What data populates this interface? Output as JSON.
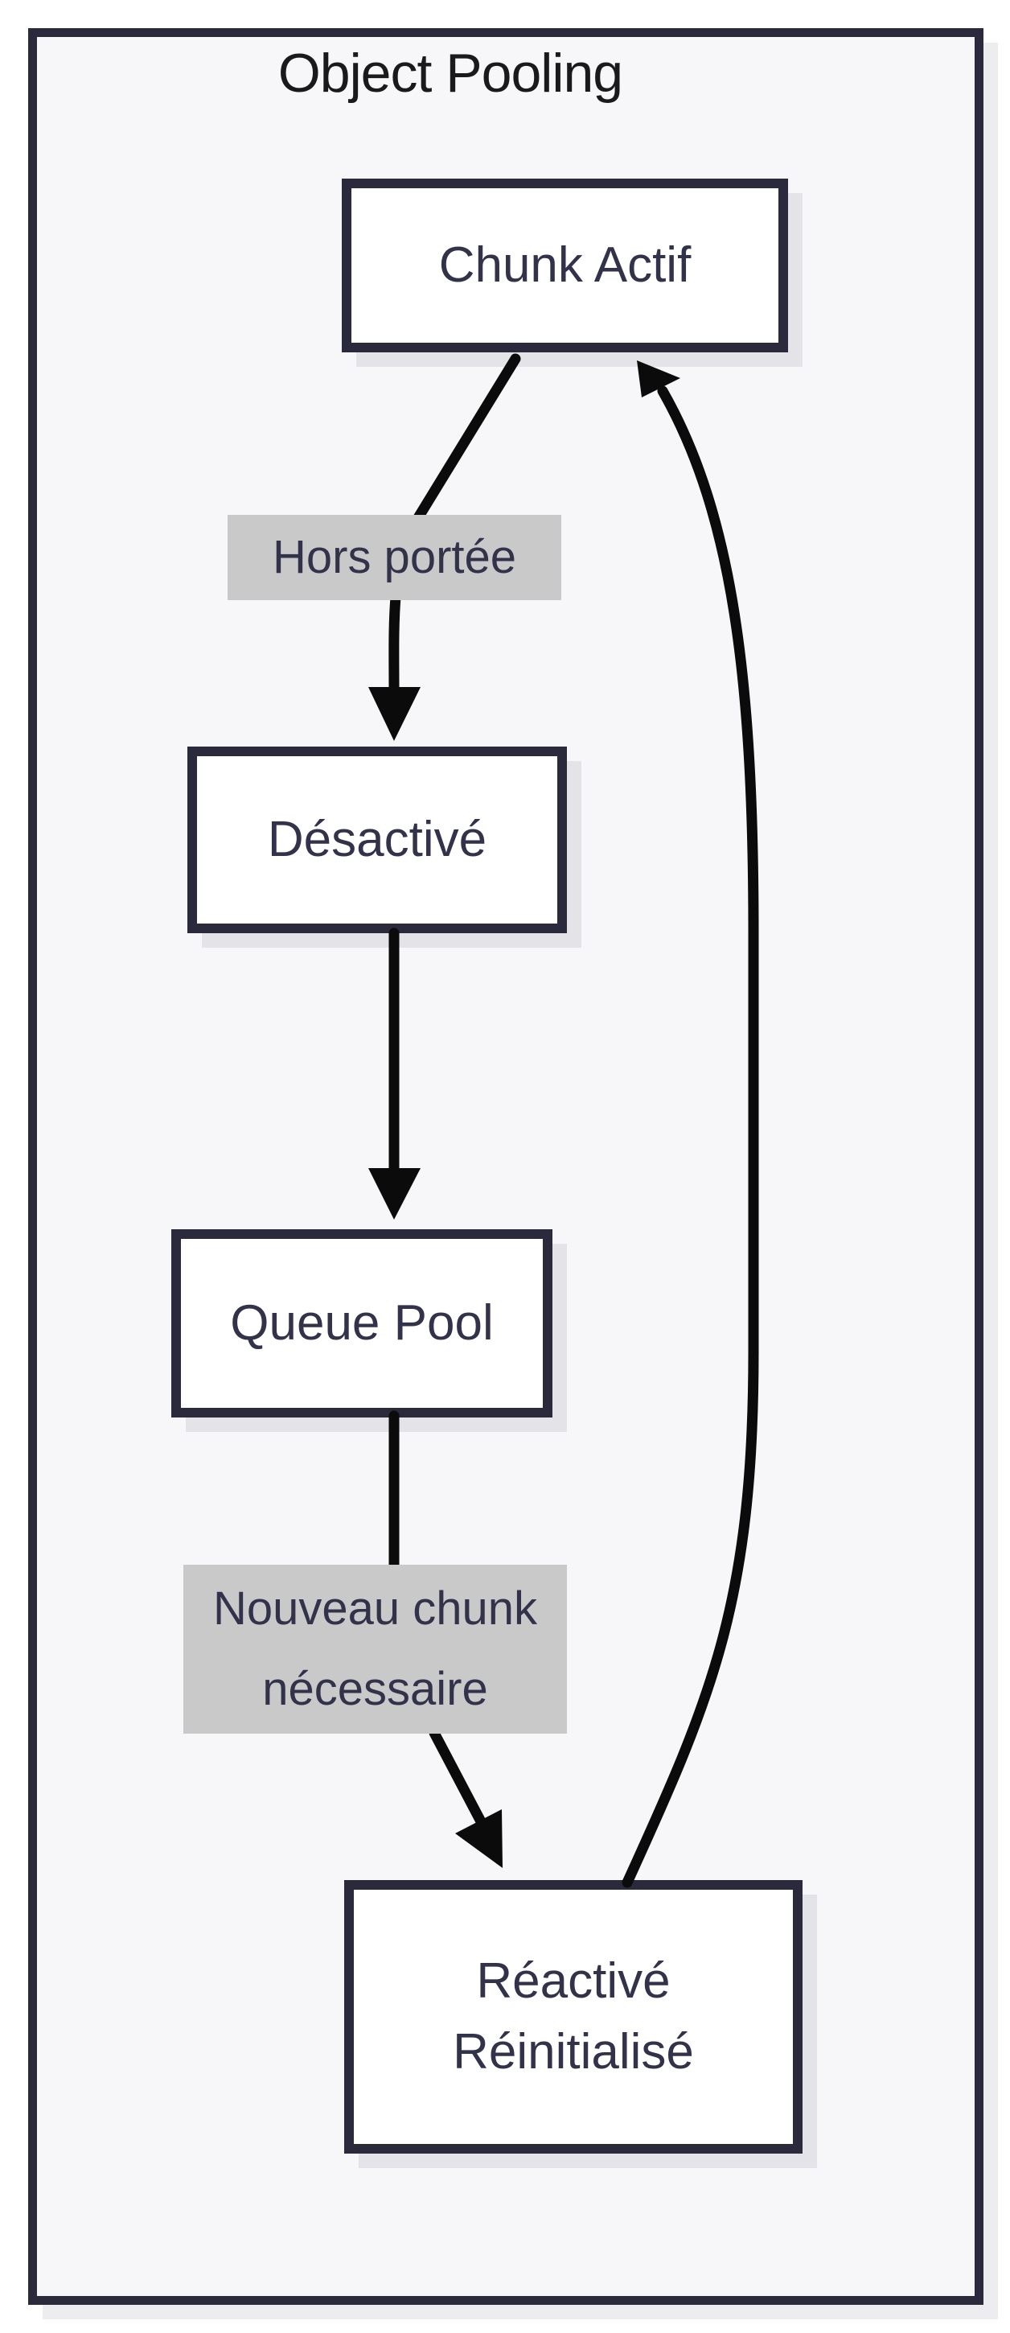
{
  "diagram": {
    "title": "Object Pooling",
    "type": "flowchart-state-cycle",
    "nodes": [
      {
        "id": "chunk-actif",
        "label": "Chunk Actif",
        "lines": [
          "Chunk Actif"
        ]
      },
      {
        "id": "desactive",
        "label": "Désactivé",
        "lines": [
          "Désactivé"
        ]
      },
      {
        "id": "queue-pool",
        "label": "Queue Pool",
        "lines": [
          "Queue Pool"
        ]
      },
      {
        "id": "reactive",
        "label": "Réactivé Réinitialisé",
        "lines": [
          "Réactivé",
          "Réinitialisé"
        ]
      }
    ],
    "edges": [
      {
        "from": "chunk-actif",
        "to": "desactive",
        "label": "Hors portée",
        "label_lines": [
          "Hors portée"
        ]
      },
      {
        "from": "desactive",
        "to": "queue-pool",
        "label": ""
      },
      {
        "from": "queue-pool",
        "to": "reactive",
        "label": "Nouveau chunk nécessaire",
        "label_lines": [
          "Nouveau chunk",
          "nécessaire"
        ]
      },
      {
        "from": "reactive",
        "to": "chunk-actif",
        "label": ""
      }
    ],
    "colors": {
      "canvas_background": "#ffffff",
      "frame_background": "#f7f7f9",
      "frame_border": "#2a2a3c",
      "node_fill": "#ffffff",
      "node_border": "#2a2a3c",
      "node_text": "#32324a",
      "edge_label_background": "#c9c9c9",
      "edge_label_text": "#32324a",
      "arrow": "#0b0b0b",
      "node_shadow": "#e3e3e8",
      "frame_shadow": "#ededf0",
      "title_text": "#1a1a1a"
    }
  }
}
